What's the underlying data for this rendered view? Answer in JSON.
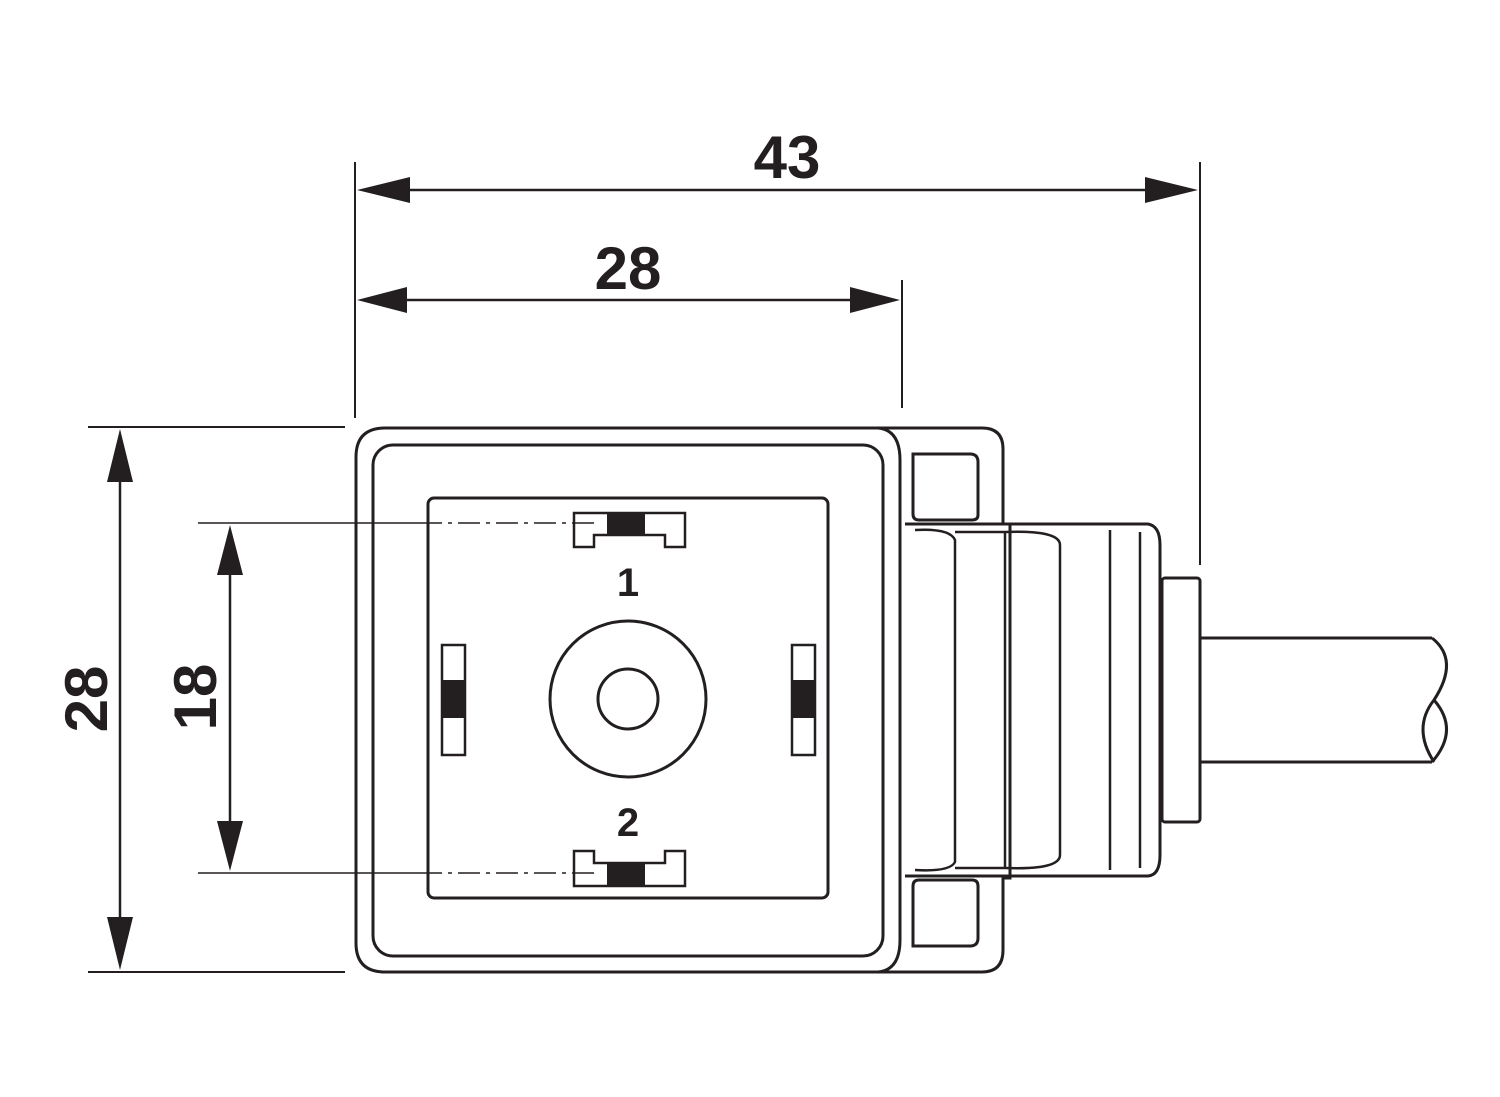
{
  "drawing": {
    "line_color": "#231f20",
    "background": "#ffffff",
    "dimensions": {
      "overall_width": "43",
      "body_width": "28",
      "body_height": "28",
      "contact_spacing": "18"
    },
    "pin_labels": {
      "pin1": "1",
      "pin2": "2"
    }
  }
}
